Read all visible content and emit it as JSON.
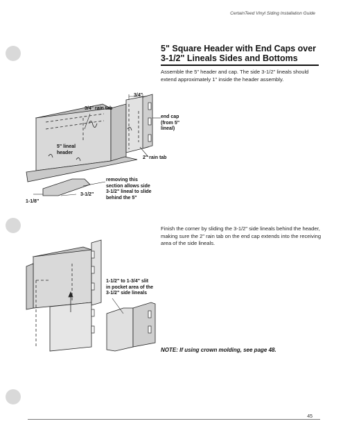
{
  "header": {
    "running_head": "CertainTeed Vinyl Siding Installation Guide"
  },
  "section": {
    "title_line1": "5\" Square Header with End Caps over",
    "title_line2": "3-1/2\" Lineals Sides and Bottoms",
    "intro": "Assemble the 5\" header and cap. The side 3-1/2\" lineals should extend approximately 1\" inside the header assembly.",
    "finish": "Finish the corner by sliding the 3-1/2\" side lineals behind the header, making sure the 2\" rain tab on the end cap extends into the receiving area of the side lineals.",
    "note": "NOTE: If using crown molding, see page 48."
  },
  "figure1": {
    "labels": {
      "rain_tab_34": "3/4\" rain tab",
      "dim_34": "3/4\"",
      "end_cap": "end cap\n(from 5\"\nlineal)",
      "header": "5\" lineal\nheader",
      "rain_tab_2": "2\" rain tab",
      "removing": "removing this\nsection allows side\n3-1/2\" lineal to slide\nbehind the 5\"",
      "dim_312": "3-1/2\"",
      "dim_118": "1-1/8\""
    }
  },
  "figure2": {
    "labels": {
      "slit": "1-1/2\" to 1-3/4\" slit\nin pocket area of the\n3-1/2\" side lineals"
    }
  },
  "footer": {
    "page_number": "45"
  }
}
